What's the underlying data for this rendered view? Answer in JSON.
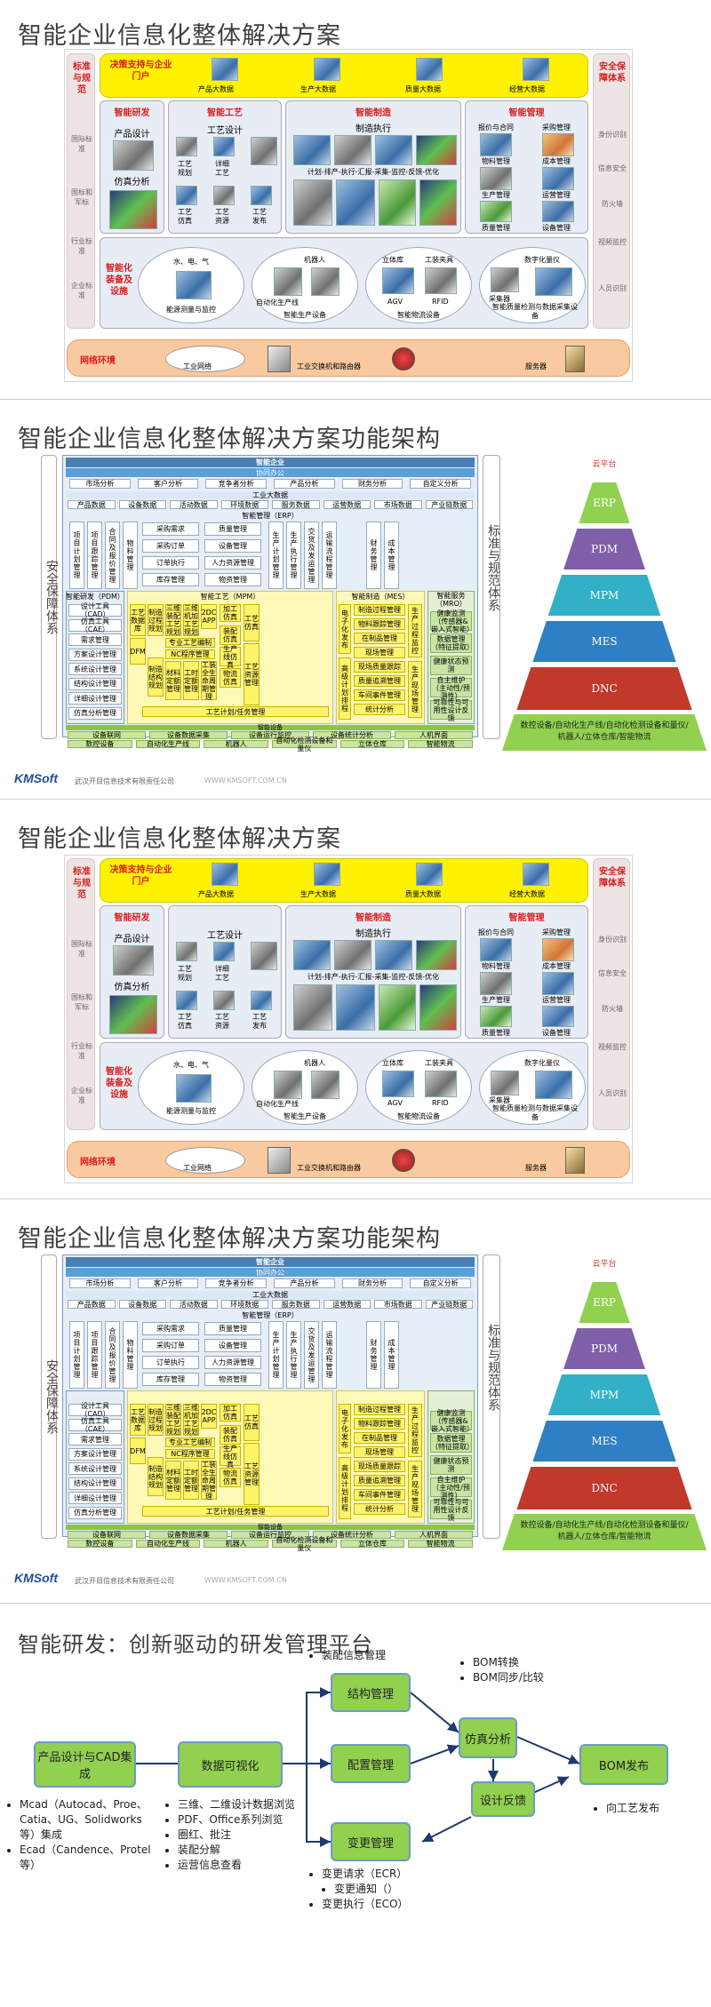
{
  "slide1": {
    "title": "智能企业信息化整体解决方案",
    "left_panel": {
      "title": "标准与规范",
      "items": [
        "国际标准",
        "国标和军标",
        "行业标准",
        "企业标准"
      ]
    },
    "right_panel": {
      "title": "安全保障体系",
      "items": [
        "身份识别",
        "信息安全",
        "防火墙",
        "视频监控",
        "人员识别"
      ]
    },
    "decision": {
      "title": "决策支持与企业门户",
      "items": [
        "产品大数据",
        "生产大数据",
        "质量大数据",
        "经营大数据"
      ]
    },
    "rd": {
      "title": "智能研发",
      "items": [
        "产品设计",
        "仿真分析"
      ]
    },
    "process": {
      "title": "智能工艺",
      "subtitle": "工艺设计",
      "items": [
        "工艺规划",
        "详细工艺",
        "工艺仿真",
        "工艺资源",
        "工艺发布"
      ]
    },
    "manufacturing": {
      "title": "智能制造",
      "subtitle": "制造执行",
      "caption": "计划-排产-执行-汇报-采集-监控-反馈-优化"
    },
    "management": {
      "title": "智能管理",
      "items": [
        "报价与合同",
        "采购管理",
        "物料管理",
        "成本管理",
        "生产管理",
        "运营管理",
        "质量管理",
        "设备管理"
      ]
    },
    "equipment": {
      "title": "智能化装备及设施",
      "groups": [
        {
          "top": "水、电、气",
          "bottom": "能源测量与监控"
        },
        {
          "top": "机器人",
          "mid": "自动化生产线",
          "bottom": "智能生产设备"
        },
        {
          "top": "立体库",
          "top2": "工装夹具",
          "mid": "AGV",
          "mid2": "RFID",
          "bottom": "智能物流设备"
        },
        {
          "top": "数字化量仪",
          "mid": "采集器",
          "bottom": "智能质量检测与数据采集设备"
        }
      ]
    },
    "network": {
      "title": "网络环境",
      "items": [
        "工业网络",
        "工业交换机和路由器",
        "服务器"
      ]
    }
  },
  "slide2": {
    "title": "智能企业信息化整体解决方案功能架构",
    "left_label": "安全保障体系",
    "right_label": "标准与规范体系",
    "header": "智能企业",
    "collab": "协同办公",
    "collab_items": [
      "市场分析",
      "客户分析",
      "竞争者分析",
      "产品分析",
      "财务分析",
      "自定义分析"
    ],
    "bigdata": "工业大数据",
    "bigdata_items": [
      "产品数据",
      "设备数据",
      "活动数据",
      "环境数据",
      "服务数据",
      "运营数据",
      "市场数据",
      "产业链数据"
    ],
    "erp": "智能管理（ERP）",
    "erp_left": [
      "项目计划管理",
      "项目跟踪管理",
      "合同及报价管理",
      "物料管理"
    ],
    "erp_center": [
      "采购需求",
      "质量管理",
      "采购订单",
      "设备管理",
      "订单执行",
      "人力资源管理",
      "库存管理",
      "物资管理"
    ],
    "erp_right": [
      "生产计划管理",
      "生产执行管理",
      "交货及发运管理",
      "运输流程管理",
      "财务管理",
      "成本管理"
    ],
    "rd_title": "智能研发（PDM）",
    "rd_items": [
      "设计工具（CAD）",
      "仿真工具（CAE）",
      "需求管理",
      "方案设计管理",
      "系统设计管理",
      "结构设计管理",
      "详细设计管理",
      "仿真分析管理"
    ],
    "mpm_title": "智能工艺（MPM）",
    "mpm_items": [
      "工艺数据库",
      "制造过程规划",
      "三维装配工艺规划",
      "三维机加工艺规划",
      "2DC APP",
      "加工仿真",
      "工艺仿真",
      "专业工艺编制",
      "NC程序管理",
      "装配仿真",
      "DFM",
      "制造结构规划",
      "材料定额管理",
      "工时定额管理",
      "工装全生命周期管理",
      "生产线仿真",
      "物流仿真",
      "工艺资源管理",
      "工艺计划/任务管理"
    ],
    "mes_title": "智能制造（MES）",
    "mes_items": [
      "电子化发布",
      "高级计划排程",
      "制造过程管理",
      "物料跟踪管理",
      "在制品管理",
      "现场管理",
      "现场质量跟踪",
      "质量追溯管理",
      "车间事件管理",
      "统计分析",
      "生产过程监控",
      "生产现场管理"
    ],
    "service_title": "智能服务（MRO）",
    "service_items": [
      "健康监测（传感器&嵌入式智能）",
      "数据管理（特征提取）",
      "健康状态预测",
      "自主维护（主动性/预测性）",
      "可靠性与可用性设计反馈"
    ],
    "device_title": "智能设备",
    "device_row1": [
      "设备联网",
      "设备数据采集",
      "设备运行监控",
      "设备统计分析",
      "人机界面"
    ],
    "device_row2": [
      "数控设备",
      "自动化生产线",
      "机器人",
      "自动化检测设备和量仪",
      "立体仓库",
      "智能物流"
    ],
    "pyramid": {
      "levels": [
        "云平台",
        "ERP",
        "PDM",
        "MPM",
        "MES",
        "DNC"
      ],
      "base": "数控设备/自动化生产线/自动化检测设备和量仪/机器人/立体仓库/智能物流"
    },
    "footer_logo": "KMSoft",
    "footer_company": "武汉开目信息技术有限责任公司",
    "footer_url": "WWW.KMSOFT.COM.CN"
  },
  "slide5": {
    "title": "智能研发：创新驱动的研发管理平台",
    "boxes": {
      "cad": "产品设计与CAD集成",
      "viz": "数据可视化",
      "struct": "结构管理",
      "config": "配置管理",
      "change": "变更管理",
      "sim": "仿真分析",
      "feedback": "设计反馈",
      "bom": "BOM发布"
    },
    "cad_bullets": [
      "Mcad（Autocad、Proe、Catia、UG、Solidworks 等）集成",
      "Ecad（Candence、Protel等）"
    ],
    "viz_bullets": [
      "三维、二维设计数据浏览",
      "PDF、Office系列浏览",
      "圈红、批注",
      "装配分解",
      "运营信息查看"
    ],
    "struct_note": "装配信息管理",
    "bom_bullets": [
      "BOM转换",
      "BOM同步/比较"
    ],
    "change_bullets": [
      "变更请求（ECR）",
      "变更通知（）",
      "变更执行（ECO）"
    ],
    "release_note": "向工艺发布"
  }
}
